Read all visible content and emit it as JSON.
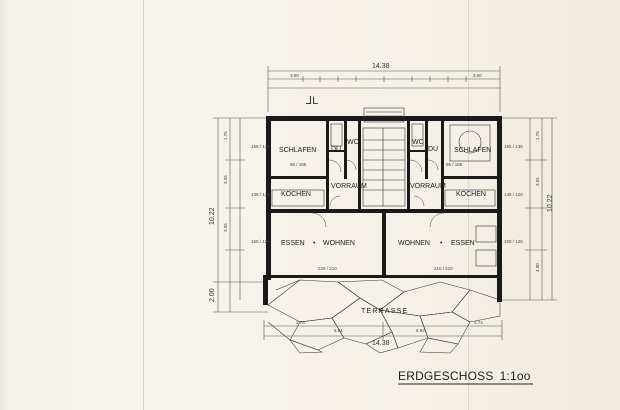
{
  "drawing": {
    "title": "ERDGESCHOSS",
    "scale": "1:1oo",
    "overall_width": "14.38",
    "overall_width_bottom": "14.38",
    "overall_depth": "10.22",
    "depth_right": "10.22",
    "depth_lower": "2.00"
  },
  "rooms": {
    "schlafen_left": "SCHLAFEN",
    "schlafen_right": "SCHLAFEN",
    "du_left": "DU",
    "wc_left": "WC",
    "du_right": "DU",
    "wc_right": "WC",
    "vorraum_left": "VORRAUM",
    "vorraum_right": "VORRAUM",
    "kochen_left": "KOCHEN",
    "kochen_right": "KOCHEN",
    "essen_left": "ESSEN",
    "wohnen_left": "WOHNEN",
    "wohnen_right": "WOHNEN",
    "essen_right": "ESSEN",
    "terrasse": "TERRASSE"
  },
  "dims": {
    "win_155_135": "155 / 135",
    "win_135_125": "135 / 125",
    "win_150_125": "150 / 125",
    "door_220_210": "220 / 210",
    "door_210_210": "210 / 210",
    "terrace_left": "3.74",
    "terrace_mid": "6.81",
    "terrace_mid2": "6.82",
    "terrace_right": "3.74",
    "top_a": "3.50",
    "top_b": "3.50",
    "side_a": "1.75",
    "side_b": "3.55",
    "side_c": "3.05",
    "side_d": "4.00",
    "small_95": "95 / 185"
  }
}
